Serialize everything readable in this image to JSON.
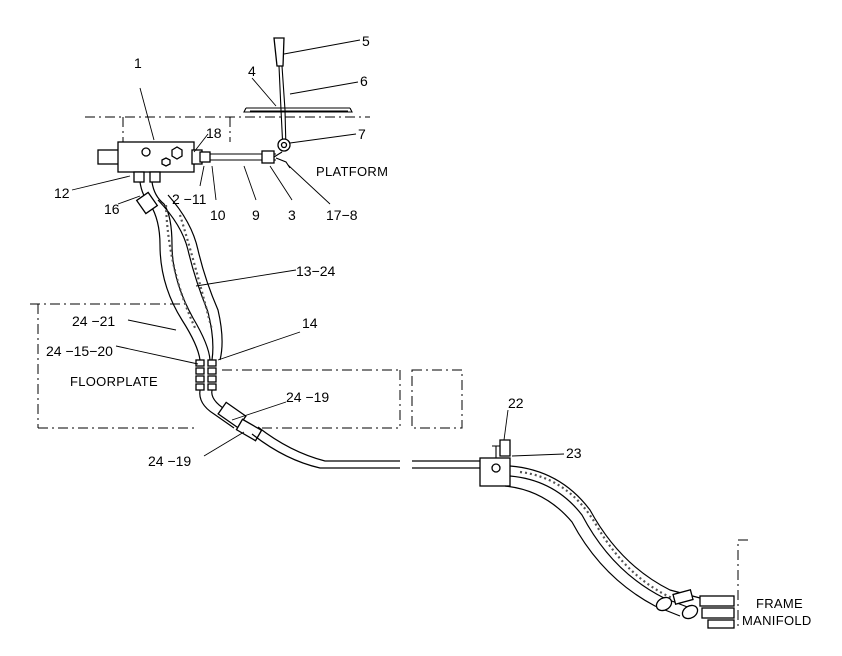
{
  "regions": {
    "platform": "PLATFORM",
    "floorplate": "FLOORPLATE",
    "frame_manifold_line1": "FRAME",
    "frame_manifold_line2": "MANIFOLD"
  },
  "callouts": {
    "c1": "1",
    "c5": "5",
    "c4": "4",
    "c6": "6",
    "c18": "18",
    "c7": "7",
    "c12": "12",
    "c16": "16",
    "c2_11": "2 −11",
    "c10": "10",
    "c9": "9",
    "c3": "3",
    "c17_8": "17−8",
    "c13_24": "13−24",
    "c24_21": "24 −21",
    "c14": "14",
    "c24_15_20": "24 −15−20",
    "c24_19_upper": "24 −19",
    "c24_19_lower": "24 −19",
    "c22": "22",
    "c23": "23"
  }
}
